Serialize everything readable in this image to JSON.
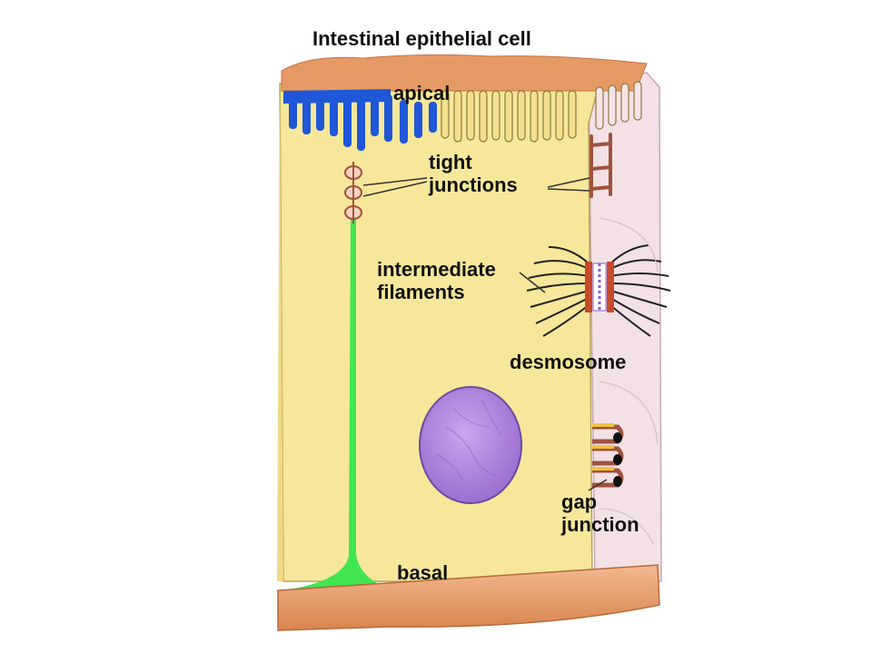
{
  "labels": {
    "title": "Intestinal epithelial cell",
    "apical": "apical",
    "tight_1": "tight",
    "tight_2": "junctions",
    "intermediate_1": "intermediate",
    "intermediate_2": "filaments",
    "desmosome": "desmosome",
    "gap_1": "gap",
    "gap_2": "junction",
    "basal": "basal"
  },
  "colors": {
    "cell_yellow": "#f7e79a",
    "neighbor_pink": "#f3e1e6",
    "basement_orange": "#e59a66",
    "apical_blue": "#1f57d8",
    "basal_green": "#3fe64f",
    "nucleus_purple": "#b88ce0",
    "junction_brown": "#a0523c"
  }
}
